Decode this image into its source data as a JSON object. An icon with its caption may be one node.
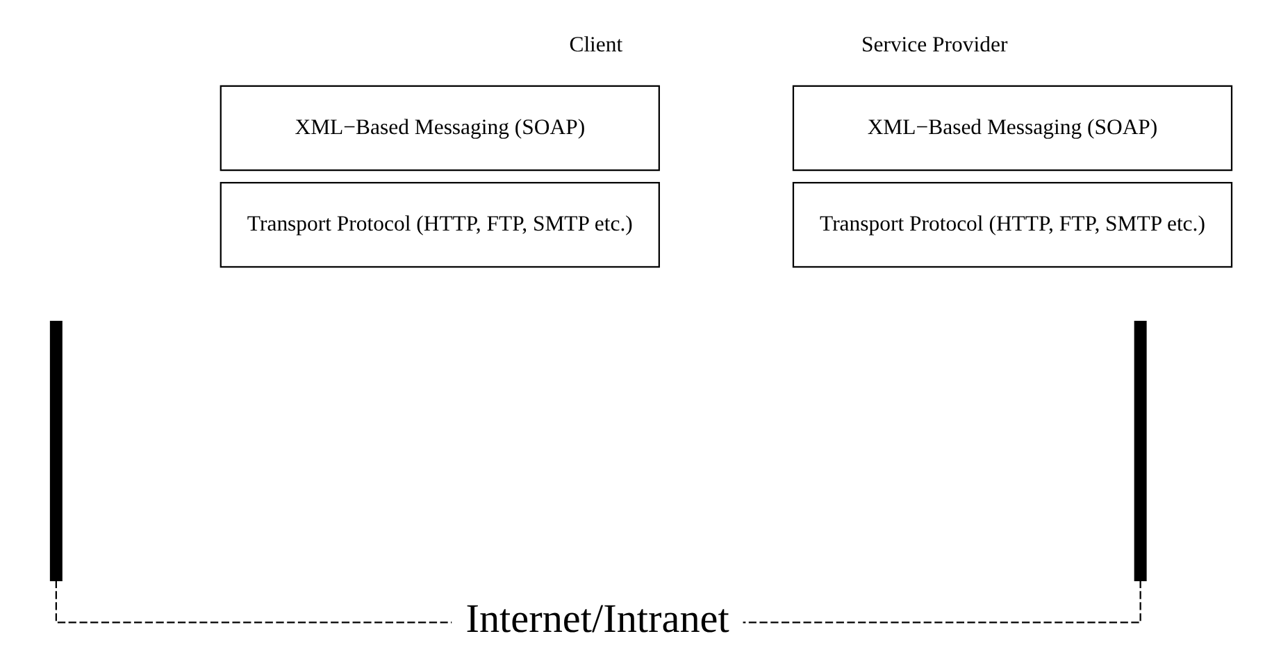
{
  "diagram": {
    "nodes": [
      {
        "text": [
          "XML−Based Messaging (SOAP)"
        ]
      },
      {
        "text": [
          "Transport Protocol (HTTP, FTP, SMTP etc.)"
        ]
      },
      {
        "text": [
          "XML−Based Messaging (SOAP)"
        ]
      },
      {
        "text": [
          "Transport Protocol (HTTP, FTP, SMTP etc.)"
        ]
      },
      {
        "text": [],
        "shape": "bar"
      },
      {
        "text": [],
        "shape": "bar"
      },
      {
        "text": [
          "Internet/Intranet"
        ]
      }
    ],
    "edges": [
      {
        "from": 4,
        "to": 6,
        "arrow": "none",
        "style": "dashed"
      },
      {
        "from": 5,
        "to": 6,
        "arrow": "none",
        "style": "dashed"
      }
    ],
    "labels": [
      "Client",
      "Service Provider"
    ]
  }
}
